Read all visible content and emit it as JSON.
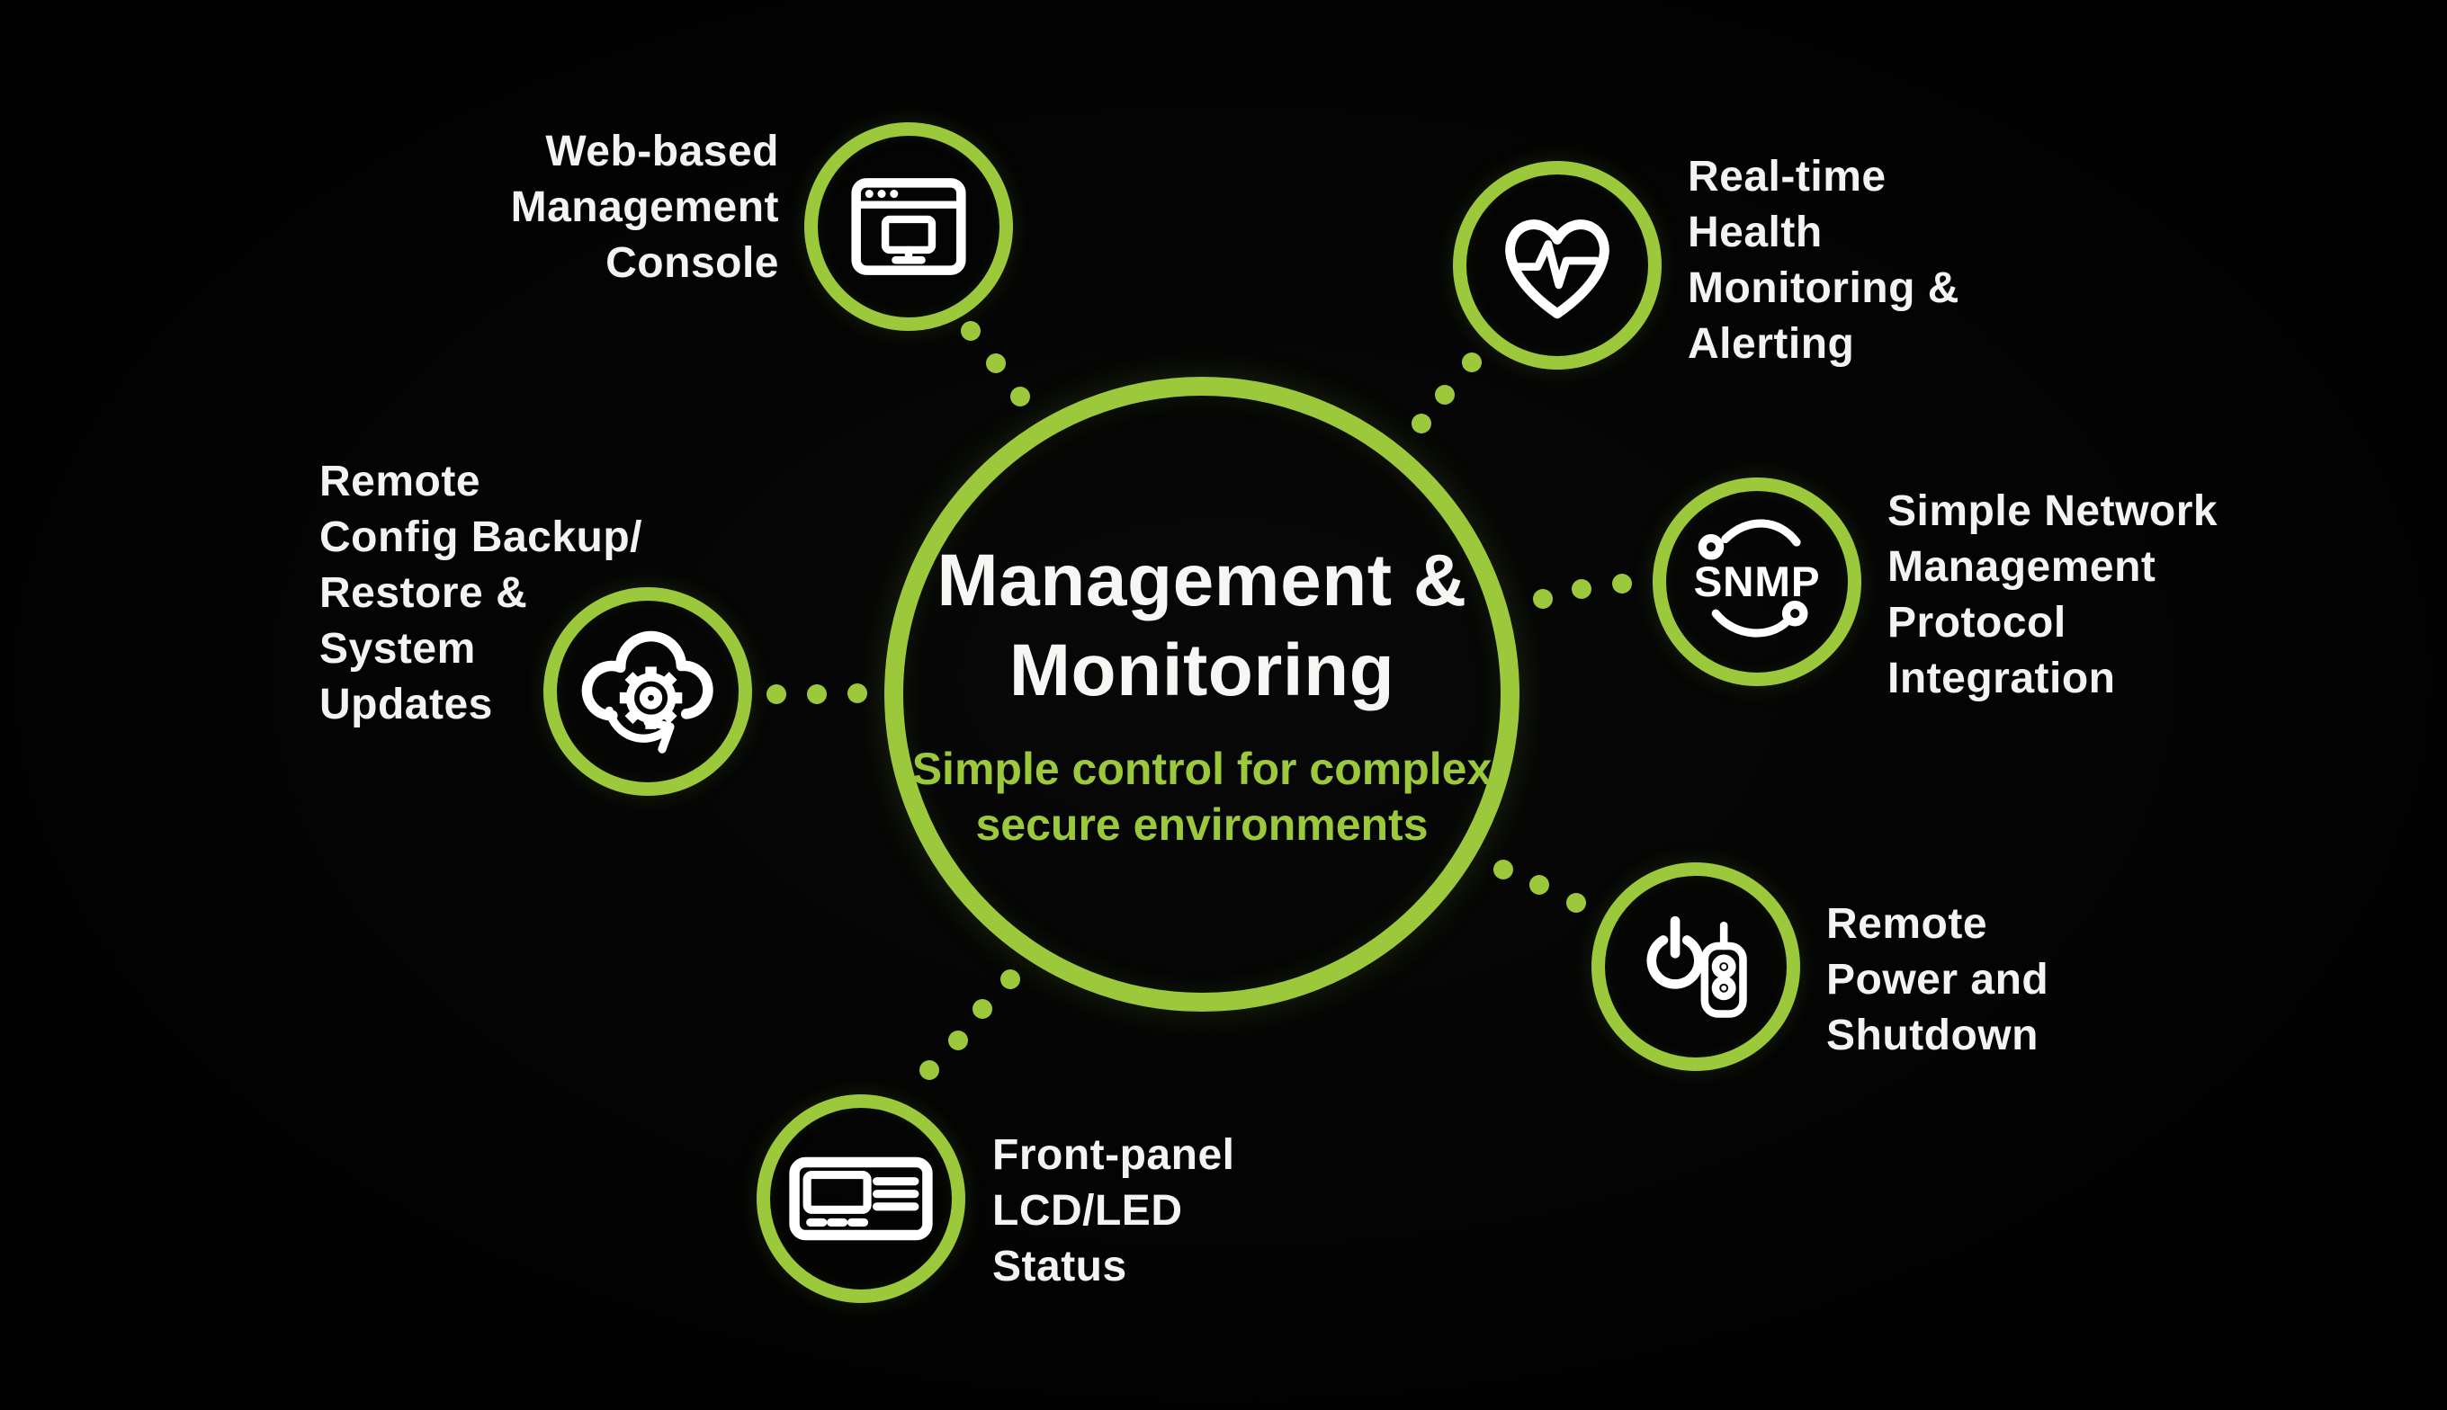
{
  "colors": {
    "accent": "#9cc93c",
    "icon": "#ffffff",
    "title_text": "#f6f7f4",
    "background": "#030303"
  },
  "center": {
    "title_line1": "Management",
    "title_line2": "& Monitoring",
    "subtitle_lines": [
      "Simple control for",
      "complex secure",
      "environments"
    ]
  },
  "nodes": [
    {
      "id": "web-console",
      "icon": "browser-window-icon",
      "lines": [
        "Web-based",
        "Management",
        "Console"
      ]
    },
    {
      "id": "health",
      "icon": "heart-pulse-icon",
      "lines": [
        "Real-time",
        "Health",
        "Monitoring &",
        "Alerting"
      ]
    },
    {
      "id": "snmp",
      "icon": "snmp-sync-icon",
      "icon_text": "SNMP",
      "lines": [
        "Simple Network",
        "Management",
        "Protocol",
        "Integration"
      ]
    },
    {
      "id": "power",
      "icon": "power-remote-icon",
      "lines": [
        "Remote",
        "Power and",
        "Shutdown"
      ]
    },
    {
      "id": "lcd",
      "icon": "lcd-panel-icon",
      "lines": [
        "Front-panel",
        "LCD/LED",
        "Status"
      ]
    },
    {
      "id": "config",
      "icon": "cloud-gear-update-icon",
      "lines": [
        "Remote",
        "Config Backup/",
        "Restore &",
        "System",
        "Updates"
      ]
    }
  ]
}
